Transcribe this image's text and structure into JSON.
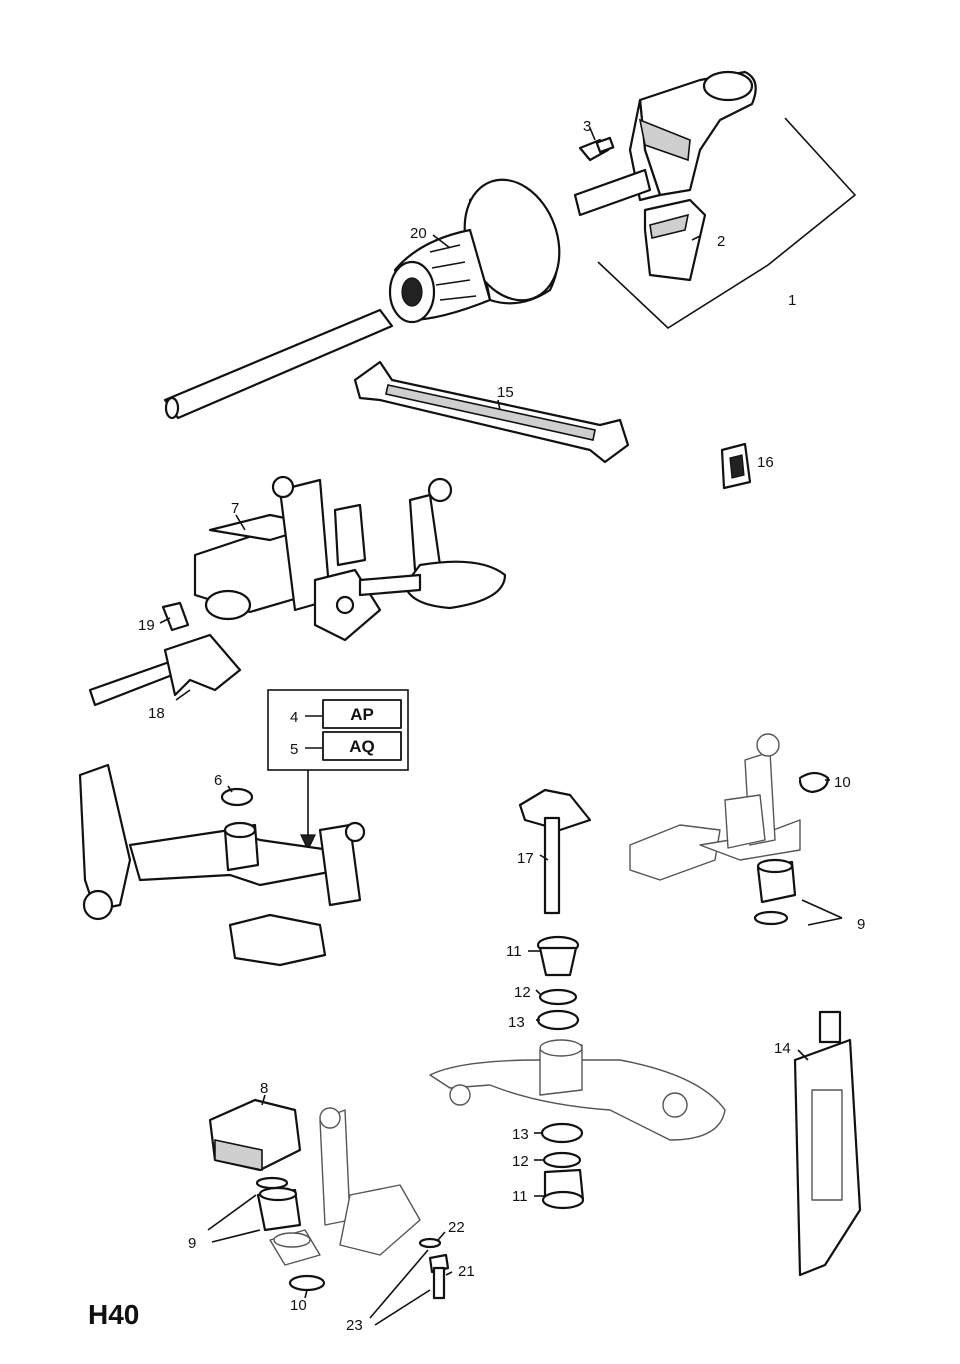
{
  "diagram_code": "H40",
  "callouts": {
    "c1": "1",
    "c2": "2",
    "c3": "3",
    "c4": "4",
    "c5": "5",
    "c6": "6",
    "c7": "7",
    "c8": "8",
    "c9a": "9",
    "c9b": "9",
    "c10a": "10",
    "c10b": "10",
    "c11a": "11",
    "c11b": "11",
    "c12a": "12",
    "c12b": "12",
    "c13a": "13",
    "c13b": "13",
    "c14": "14",
    "c15": "15",
    "c16": "16",
    "c17": "17",
    "c18": "18",
    "c19": "19",
    "c20": "20",
    "c21": "21",
    "c22": "22",
    "c23": "23"
  },
  "variant_box": {
    "row1": "AP",
    "row2": "AQ"
  }
}
